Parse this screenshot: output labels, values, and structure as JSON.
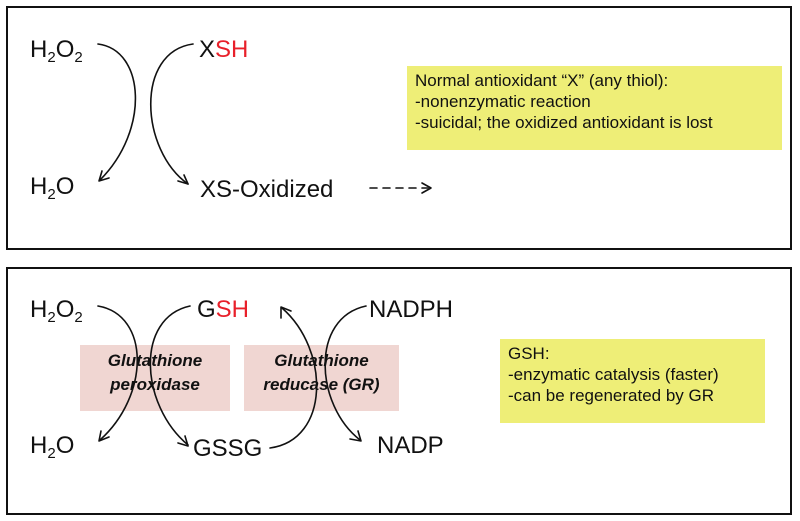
{
  "top_panel": {
    "reactant_left": {
      "main": "H",
      "sub1": "2",
      "mid": "O",
      "sub2": "2"
    },
    "product_left": {
      "main": "H",
      "sub": "2",
      "rest": "O"
    },
    "antioxidant": {
      "prefix": "X",
      "highlight": "SH"
    },
    "oxidized_product": "XS-Oxidized",
    "note": {
      "title": "Normal antioxidant “X” (any thiol):",
      "lines": [
        "-nonenzymatic reaction",
        "-suicidal; the oxidized antioxidant is lost"
      ]
    }
  },
  "bottom_panel": {
    "reactant_left": {
      "main": "H",
      "sub1": "2",
      "mid": "O",
      "sub2": "2"
    },
    "product_left": {
      "main": "H",
      "sub": "2",
      "rest": "O"
    },
    "gsh": {
      "prefix": "G",
      "highlight": "SH"
    },
    "gssg": "GSSG",
    "nadph": "NADPH",
    "nadp": "NADP",
    "enzyme_1": {
      "line1": "Glutathione",
      "line2": "peroxidase"
    },
    "enzyme_2": {
      "line1": "Glutathione",
      "line2": "reducase (GR)"
    },
    "note": {
      "title": "GSH:",
      "lines": [
        "-enzymatic catalysis (faster)",
        "-can be regenerated by GR"
      ]
    }
  },
  "colors": {
    "highlight_text": "#e8202a",
    "note_background": "#eeee77",
    "enzyme_background": "#f0d6d2",
    "border": "#111111"
  }
}
